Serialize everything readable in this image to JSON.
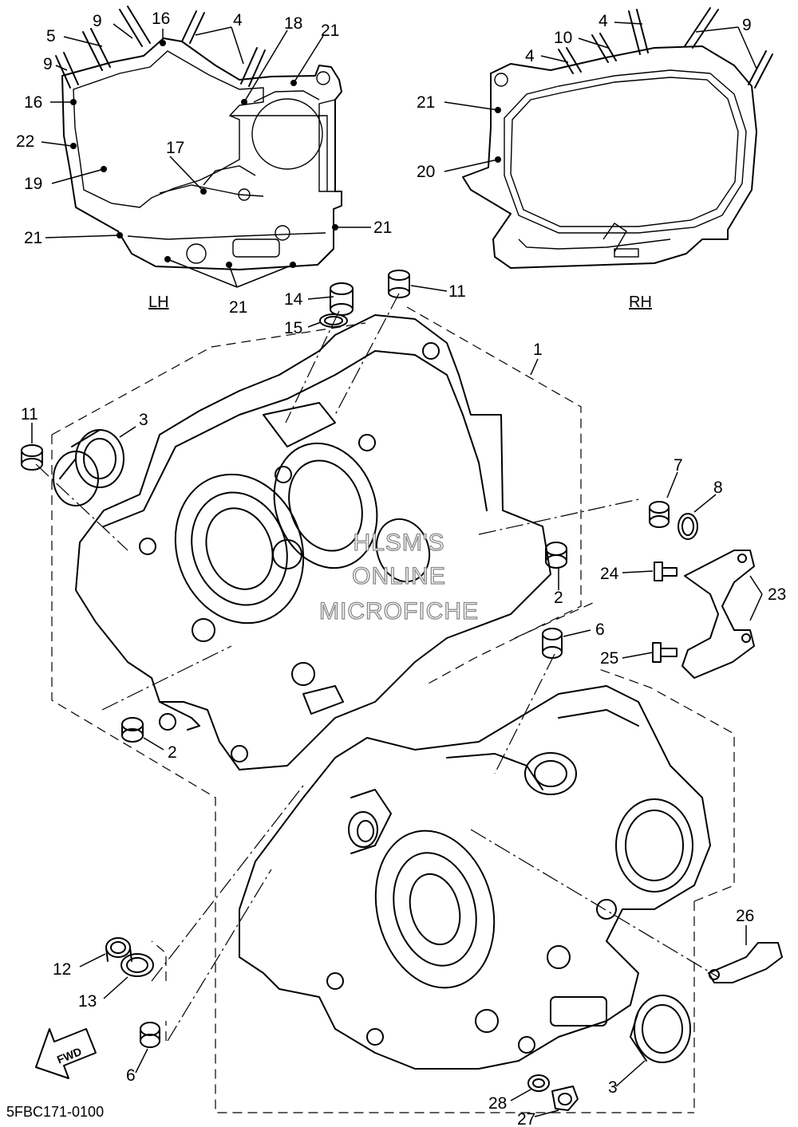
{
  "diagram": {
    "side_labels": {
      "left": "LH",
      "right": "RH"
    },
    "diagram_code": "5FBC171-0100",
    "watermark": [
      "HLSM'S",
      "ONLINE",
      "MICROFICHE"
    ],
    "forward_arrow": "FWD",
    "callouts": {
      "lh_9a": "9",
      "lh_16a": "16",
      "lh_4": "4",
      "lh_18": "18",
      "lh_21a": "21",
      "lh_5": "5",
      "lh_9b": "9",
      "lh_16b": "16",
      "lh_22": "22",
      "lh_17": "17",
      "lh_19": "19",
      "lh_21b": "21",
      "lh_21c": "21",
      "lh_21d": "21",
      "rh_4a": "4",
      "rh_10": "10",
      "rh_4b": "4",
      "rh_9": "9",
      "rh_21": "21",
      "rh_20": "20",
      "p14": "14",
      "p11a": "11",
      "p15": "15",
      "p1": "1",
      "p11b": "11",
      "p3a": "3",
      "p7": "7",
      "p8": "8",
      "p24": "24",
      "p23": "23",
      "p2a": "2",
      "p6a": "6",
      "p25": "25",
      "p2b": "2",
      "p26": "26",
      "p12": "12",
      "p13": "13",
      "p6b": "6",
      "p3b": "3",
      "p28": "28",
      "p27": "27"
    }
  }
}
